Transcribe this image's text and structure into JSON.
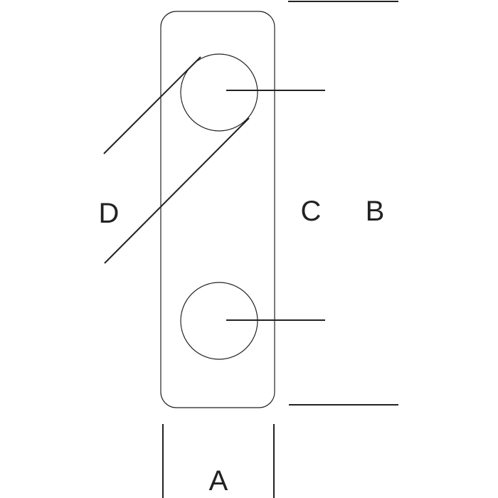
{
  "labels": {
    "a": "A",
    "b": "B",
    "c": "C",
    "d": "D"
  },
  "colors": {
    "background": "#ffffff",
    "stroke": "#222222",
    "text": "#222222"
  }
}
